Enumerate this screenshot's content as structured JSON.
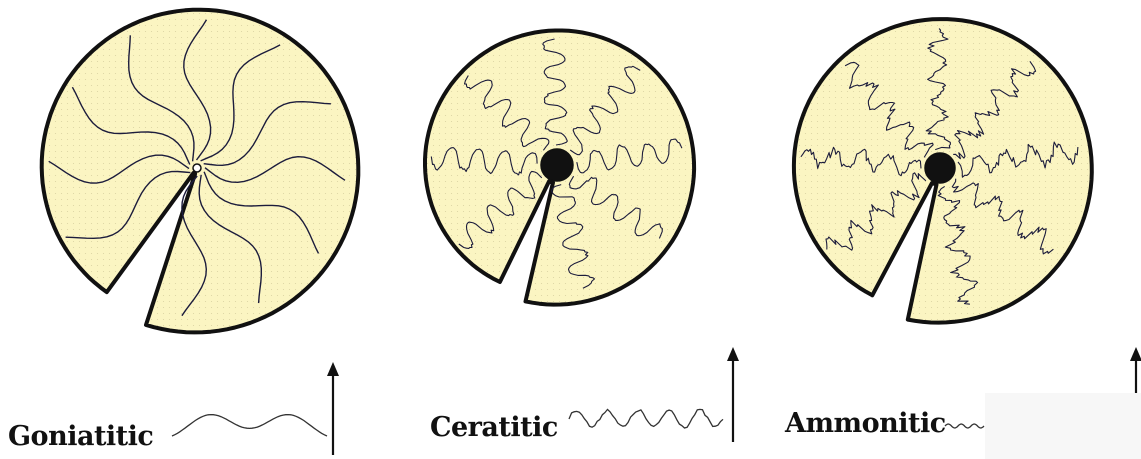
{
  "colors": {
    "shell_fill": "#fbf5c2",
    "outline": "#111111",
    "suture": "#1c1c3c",
    "background": "#ffffff"
  },
  "panels": [
    {
      "label": "Goniatitic",
      "suture_type": "goniatitic",
      "suture_count": 11
    },
    {
      "label": "Ceratitic",
      "suture_type": "ceratitic",
      "suture_count": 8
    },
    {
      "label": "Ammonitic",
      "suture_type": "ammonitic",
      "suture_count": 8
    }
  ],
  "arrow_icon": "up-arrow-icon"
}
